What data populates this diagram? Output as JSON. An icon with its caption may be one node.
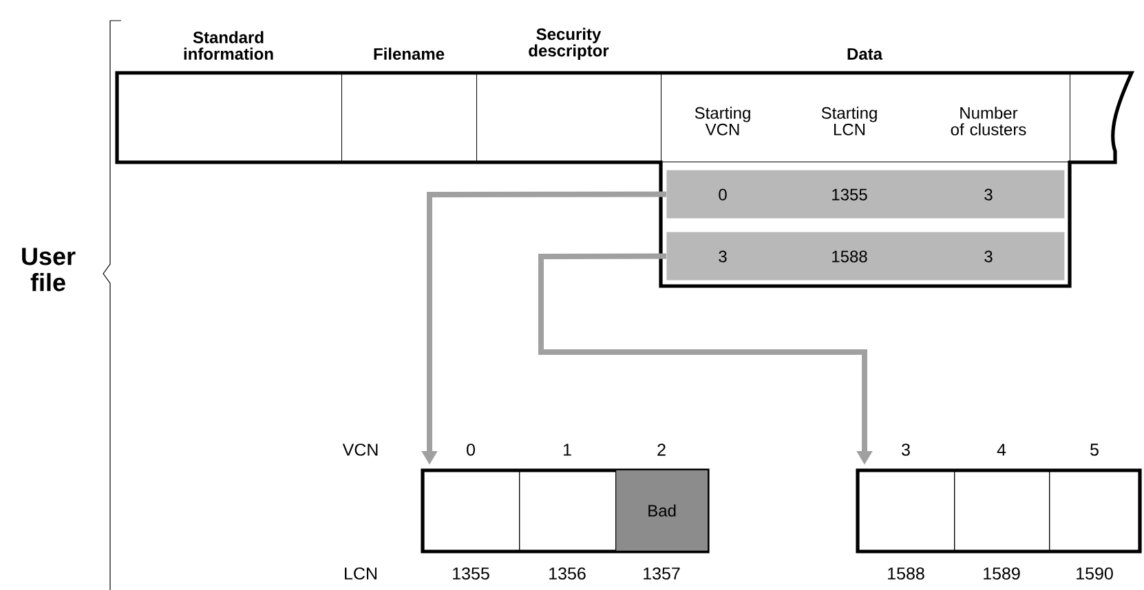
{
  "diagram": {
    "nodes": [
      {
        "text": [
          "Standard information"
        ]
      },
      {
        "text": [
          "Filename"
        ]
      },
      {
        "text": [
          "Security descriptor"
        ]
      },
      {
        "text": [
          "Data",
          "Starting VCN",
          "Starting LCN",
          "Number of clusters"
        ]
      },
      {
        "text": [
          "0",
          "1355",
          "3"
        ]
      },
      {
        "text": [
          "3",
          "1588",
          "3"
        ]
      },
      {
        "text": [],
        "shape": "box",
        "beside": [
          "0",
          "1355"
        ]
      },
      {
        "text": [],
        "shape": "box",
        "beside": [
          "1",
          "1356"
        ]
      },
      {
        "text": [
          "Bad"
        ],
        "beside": [
          "2",
          "1357"
        ]
      },
      {
        "text": [],
        "shape": "box",
        "beside": [
          "3",
          "1588"
        ]
      },
      {
        "text": [],
        "shape": "box",
        "beside": [
          "4",
          "1589"
        ]
      },
      {
        "text": [],
        "shape": "box",
        "beside": [
          "5",
          "1590"
        ]
      }
    ],
    "edges": [
      {
        "from": 4,
        "to": 6,
        "arrow": "to"
      },
      {
        "from": 5,
        "to": 9,
        "arrow": "to"
      }
    ],
    "labels": [
      "User file",
      "VCN",
      "LCN"
    ]
  }
}
